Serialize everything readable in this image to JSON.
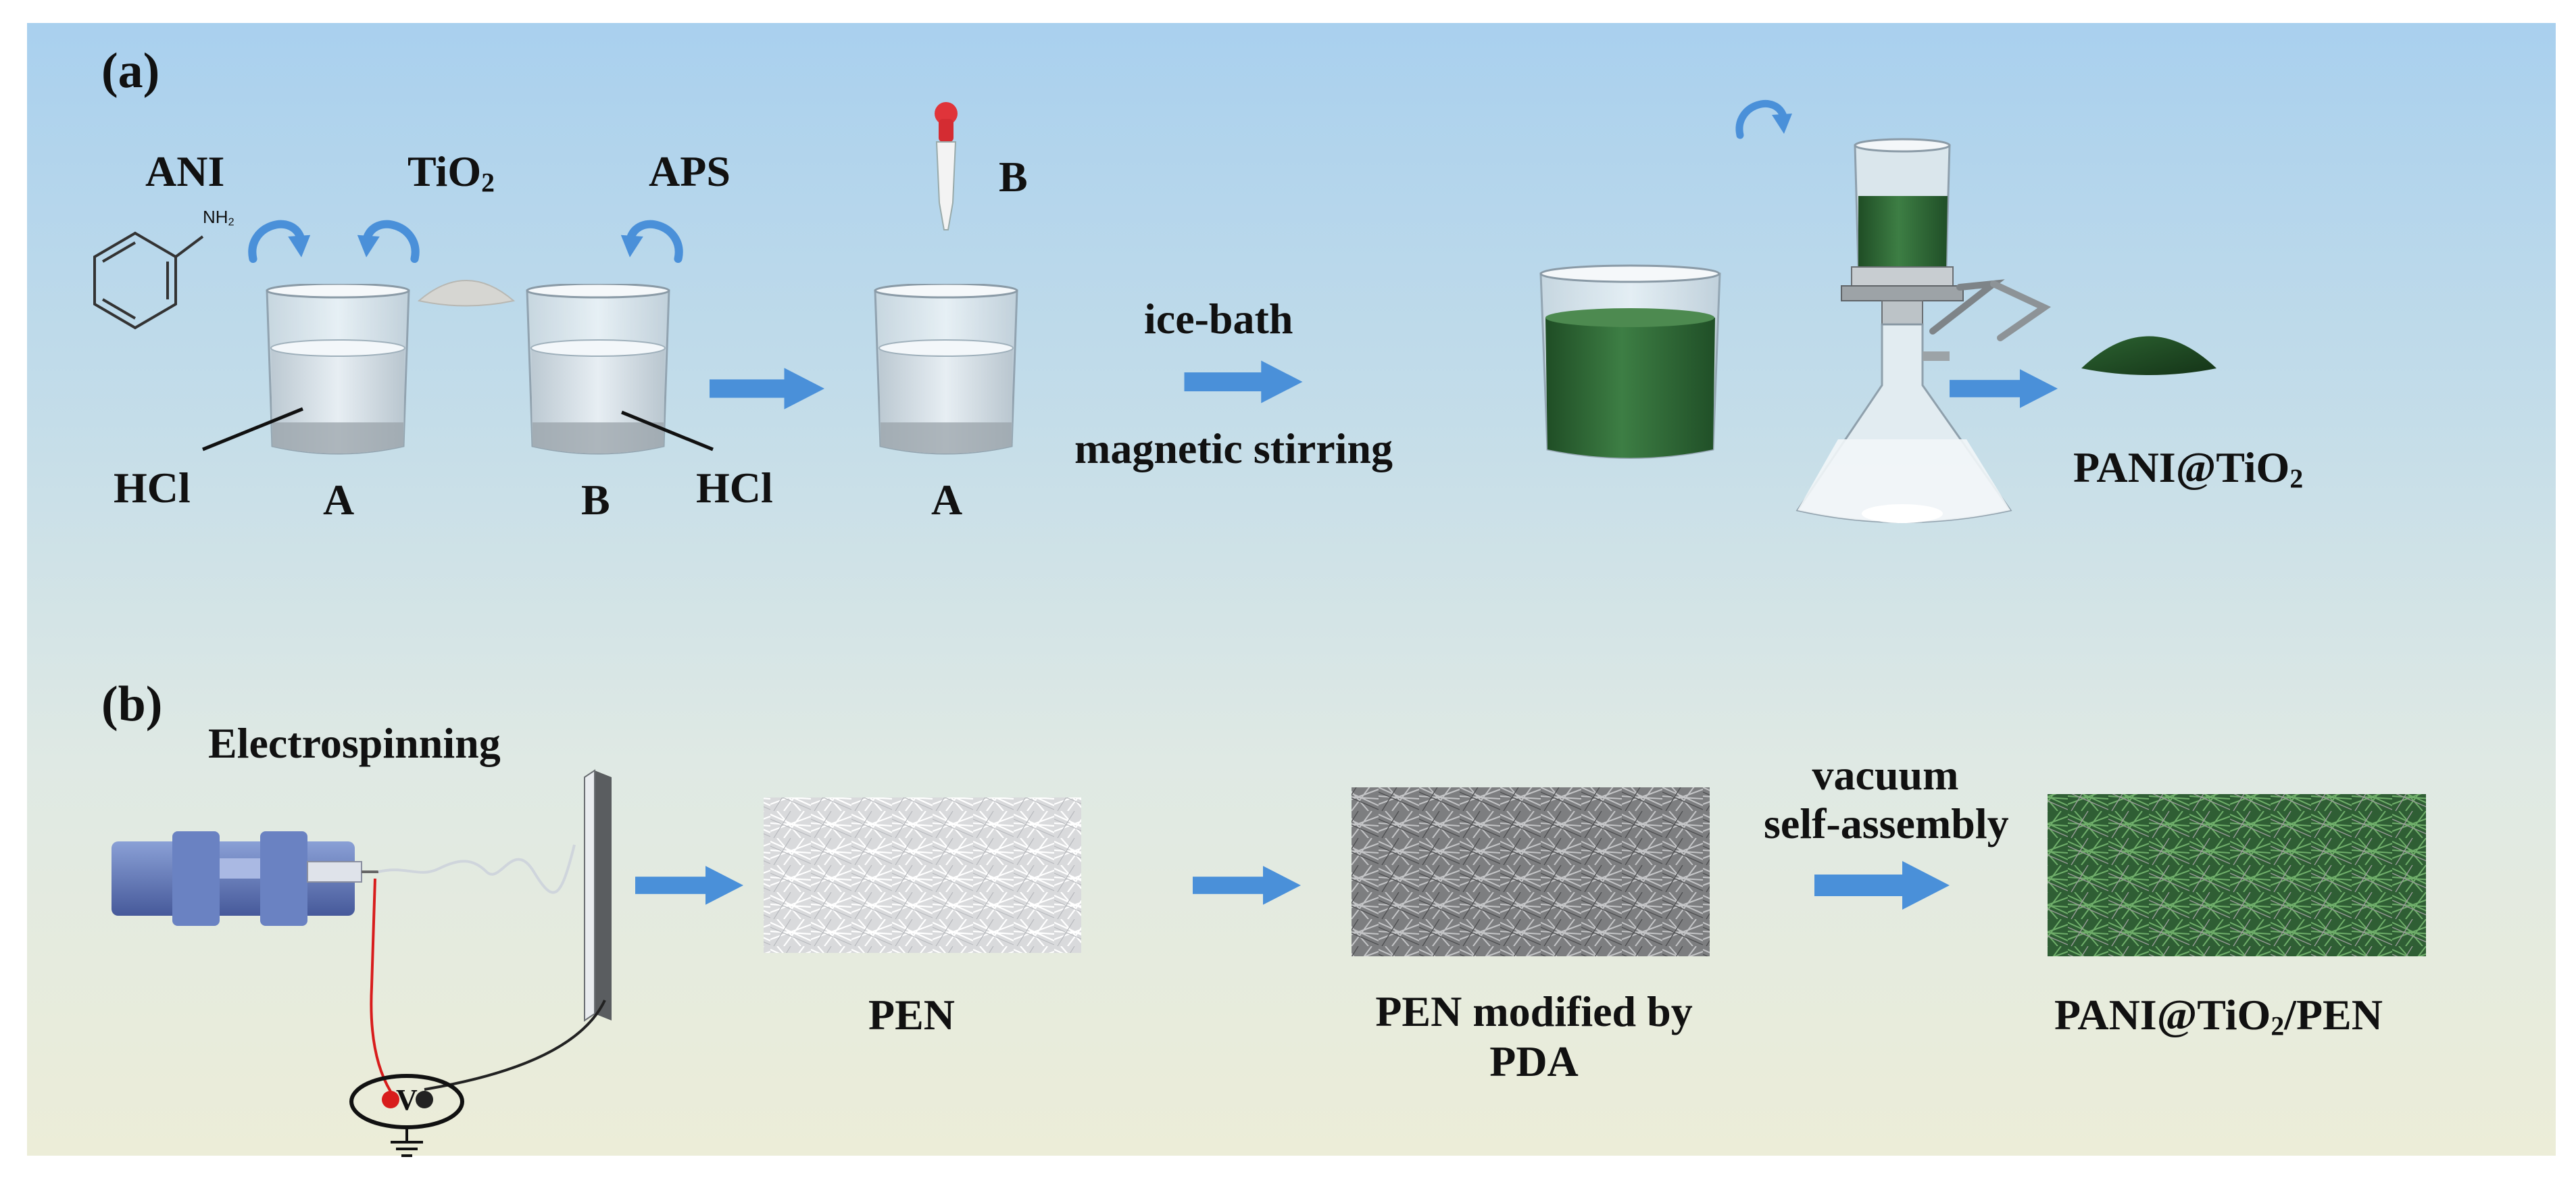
{
  "panel_a": {
    "panel_label": "(a)",
    "ani_label": "ANI",
    "nh2_label": "NH",
    "nh2_sub": "2",
    "tio2_label_base": "TiO",
    "tio2_label_sub": "2",
    "aps_label": "APS",
    "dropper_label": "B",
    "beaker_a_label": "A",
    "beaker_b_label": "B",
    "beaker_a2_label": "A",
    "hcl_left": "HCl",
    "hcl_right": "HCl",
    "step_top": "ice-bath",
    "step_bottom": "magnetic stirring",
    "product_base": "PANI@TiO",
    "product_sub": "2"
  },
  "panel_b": {
    "panel_label": "(b)",
    "process_label": "Electrospinning",
    "voltmeter_label": "V",
    "mat1_label": "PEN",
    "mat2_line1": "PEN modified by",
    "mat2_line2": "PDA",
    "step_line1": "vacuum",
    "step_line2": "self-assembly",
    "final_base": "PANI@TiO",
    "final_sub": "2",
    "final_suffix": "/PEN"
  },
  "colors": {
    "arrow": "#4a90d9",
    "solution_green": "#2f6b35",
    "product_green": "#1f4a22",
    "beaker_liquid": "#dfeaf0",
    "syringe_blue": "#5b74b4",
    "wire_red": "#d81c1c"
  },
  "icons": [
    "aniline-structure-icon",
    "curved-arrow-icon",
    "beaker-icon",
    "dropper-icon",
    "powder-pile-icon",
    "filtration-apparatus-icon",
    "syringe-pump-icon",
    "collector-plate-icon",
    "voltmeter-icon",
    "ground-icon",
    "fiber-mat-icon"
  ]
}
